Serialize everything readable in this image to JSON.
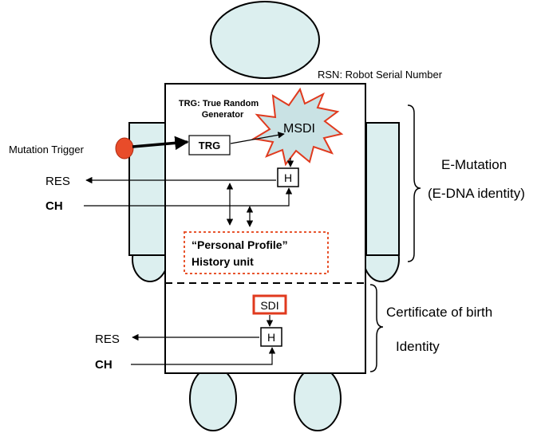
{
  "colors": {
    "limb_fill": "#dcefef",
    "trigger_fill": "#e84c2a",
    "msdi_fill": "#c9e2e4",
    "msdi_stroke": "#e03a1e",
    "sdi_stroke": "#e03a1e",
    "profile_stroke": "#e8552e",
    "stroke": "#000000"
  },
  "labels": {
    "rsn": "RSN: Robot Serial Number",
    "trg_title_line1": "TRG: True Random",
    "trg_title_line2": "Generator",
    "trg_box": "TRG",
    "msdi": "MSDI",
    "hash_upper": "H",
    "hash_lower": "H",
    "mutation_trigger": "Mutation Trigger",
    "res_upper": "RES",
    "ch_upper": "CH",
    "res_lower": "RES",
    "ch_lower": "CH",
    "profile_line1": "“Personal Profile”",
    "profile_line2": "History unit",
    "sdi": "SDI",
    "emutation_line1": "E-Mutation",
    "emutation_line2": "(E-DNA identity)",
    "birth_line1": "Certificate of birth",
    "birth_line2": "Identity"
  }
}
